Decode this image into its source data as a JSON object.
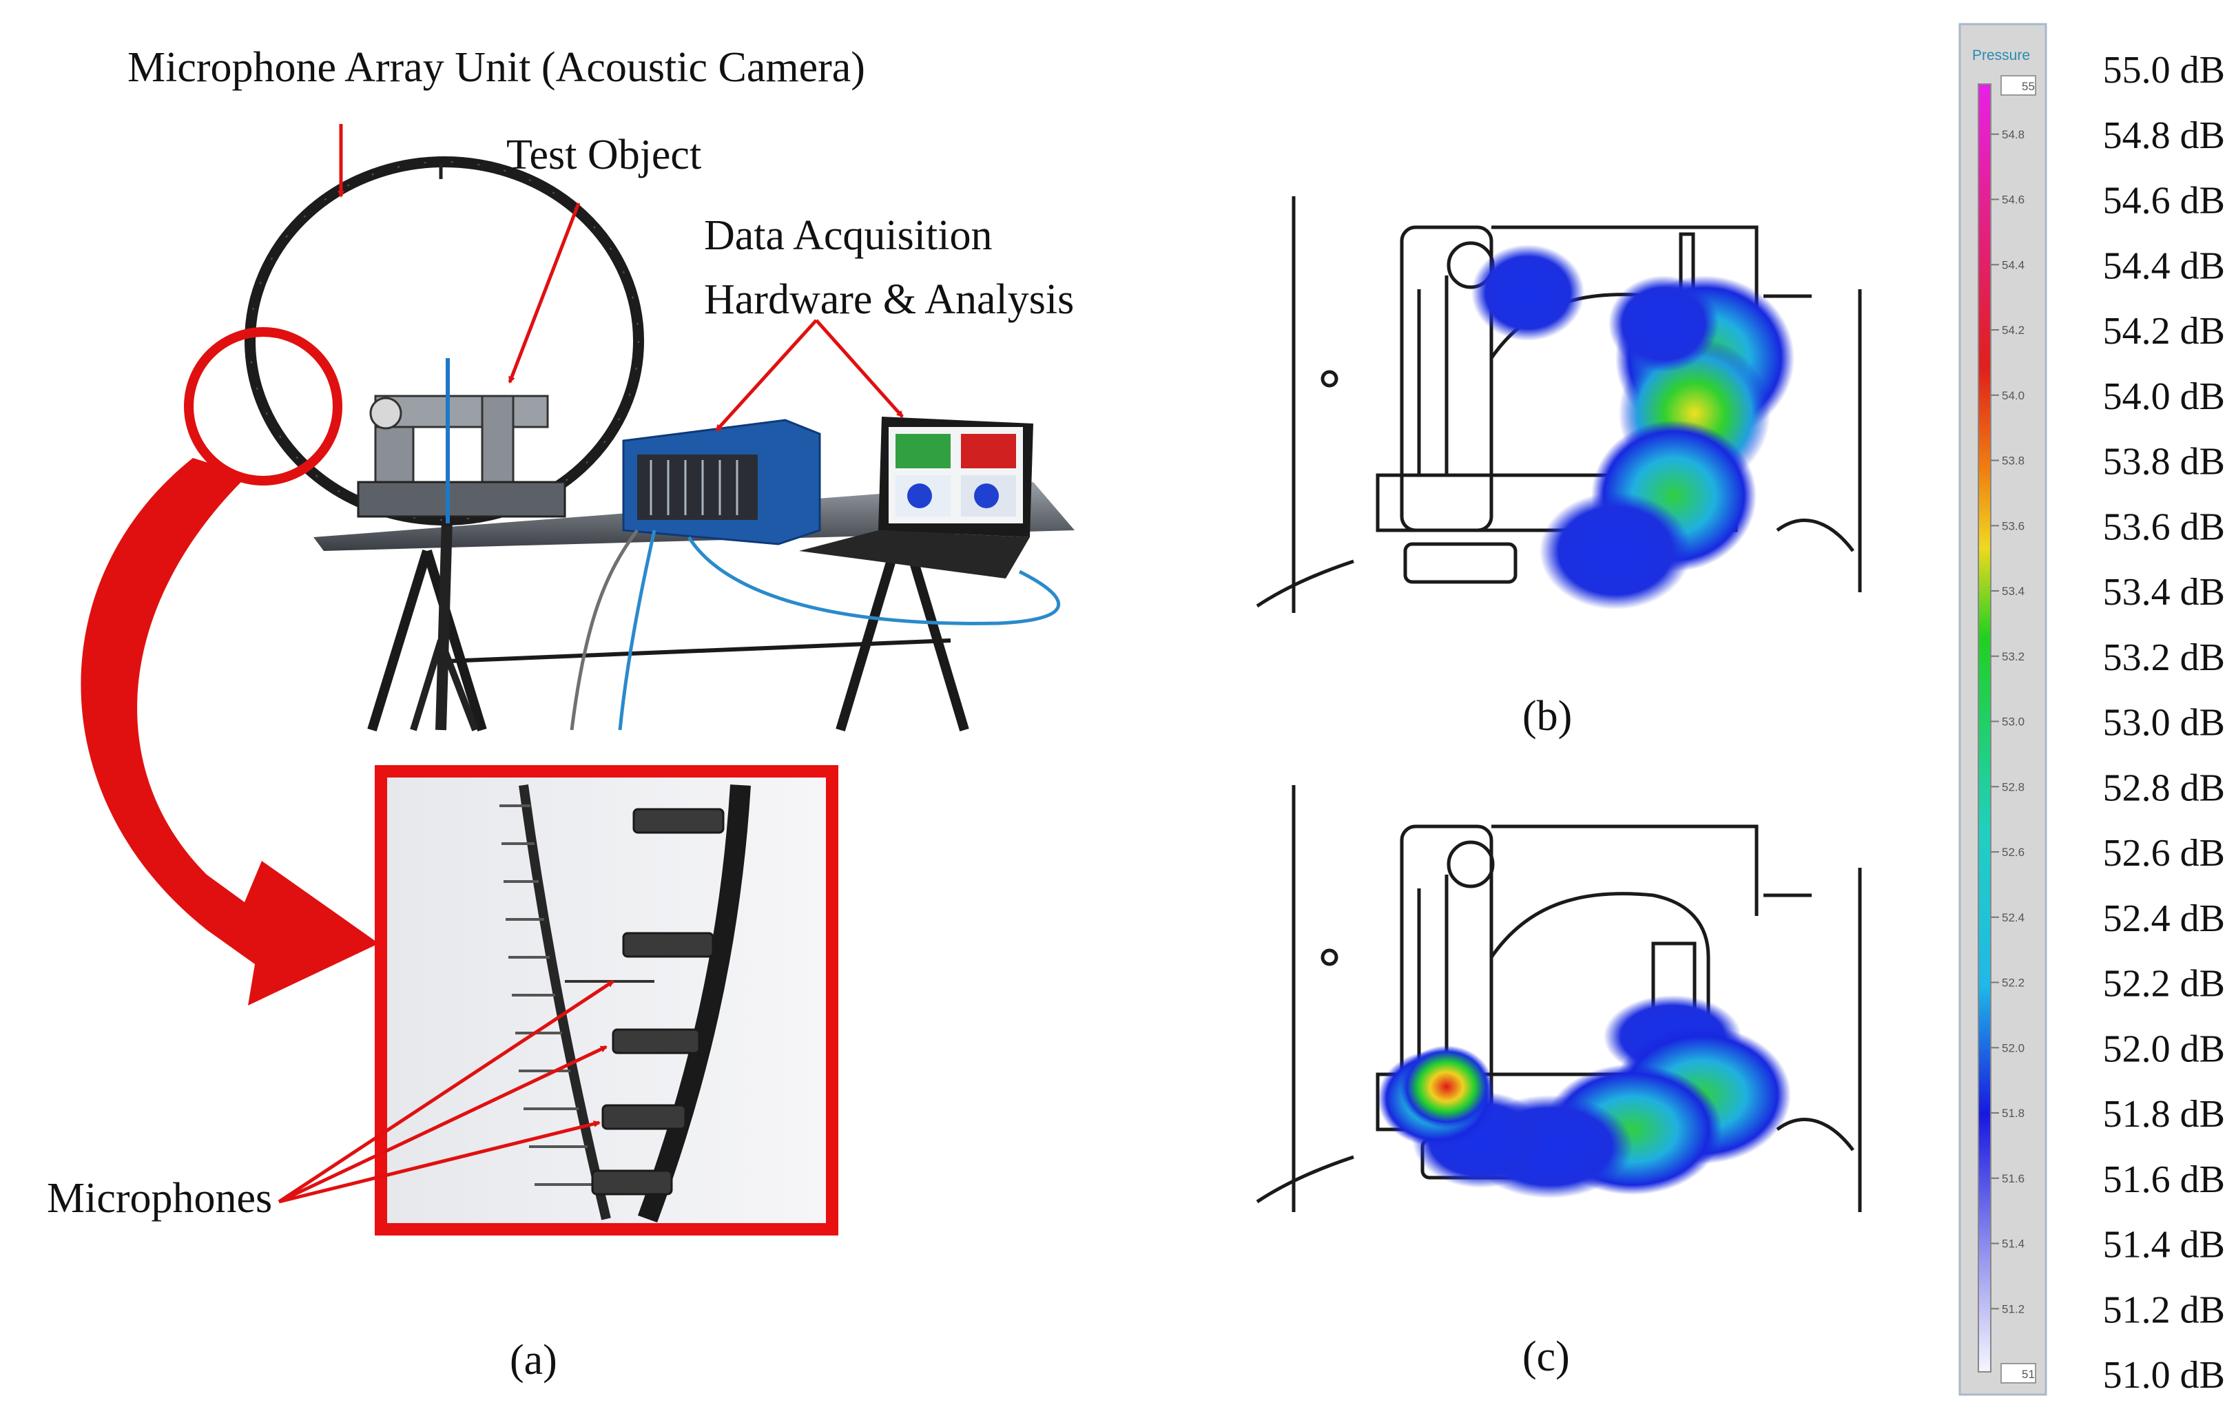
{
  "labels": {
    "array_unit": "Microphone Array Unit (Acoustic Camera)",
    "test_object": "Test Object",
    "daq_line1": "Data Acquisition",
    "daq_line2": "Hardware & Analysis",
    "microphones": "Microphones",
    "panel_a": "(a)",
    "panel_b": "(b)",
    "panel_c": "(c)"
  },
  "colorbar": {
    "header": "Pressure",
    "top_value": "55",
    "bottom_value": "51",
    "ticks": [
      "54.8",
      "54.6",
      "54.4",
      "54.2",
      "54.0",
      "53.8",
      "53.6",
      "53.4",
      "53.2",
      "53.0",
      "52.8",
      "52.6",
      "52.4",
      "52.2",
      "52.0",
      "51.8",
      "51.6",
      "51.4",
      "51.2"
    ],
    "levels": [
      "55.0 dB",
      "54.8 dB",
      "54.6 dB",
      "54.4 dB",
      "54.2 dB",
      "54.0 dB",
      "53.8 dB",
      "53.6 dB",
      "53.4 dB",
      "53.2 dB",
      "53.0 dB",
      "52.8 dB",
      "52.6 dB",
      "52.4 dB",
      "52.2 dB",
      "52.0 dB",
      "51.8 dB",
      "51.6 dB",
      "51.4 dB",
      "51.2 dB",
      "51.0 dB"
    ],
    "colors": {
      "top": "#e020e0",
      "red": "#e0201c",
      "yellow": "#f0d820",
      "green": "#20d020",
      "cyan": "#20c8e0",
      "blue": "#1818e0",
      "white": "#f4f4ff"
    }
  },
  "colors": {
    "arrow_red": "#e01010",
    "inset_border": "#e81010",
    "chassis_blue": "#1e5aa8"
  }
}
